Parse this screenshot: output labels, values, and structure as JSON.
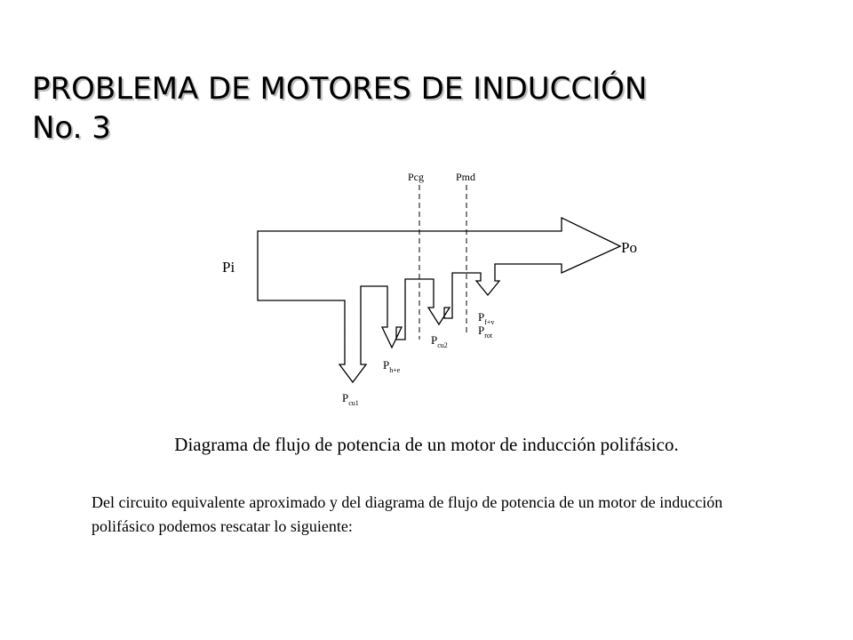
{
  "slide": {
    "title_line1": "PROBLEMA DE MOTORES DE INDUCCIÓN",
    "title_line2": "No. 3"
  },
  "diagram": {
    "labels": {
      "input_power": "Pi",
      "output_power": "Po",
      "air_gap_power": "Pcg",
      "developed_power": "Pmd",
      "stator_copper_loss": {
        "base": "P",
        "sub": "cu1"
      },
      "core_loss": {
        "base": "P",
        "sub": "h+e"
      },
      "rotor_copper_loss": {
        "base": "P",
        "sub": "cu2"
      },
      "friction_windage_loss": {
        "base": "P",
        "sub": "f+v"
      },
      "rotational_loss": {
        "base": "P",
        "sub": "rot"
      }
    }
  },
  "caption": "Diagrama de flujo de potencia de un motor de inducción polifásico.",
  "body_text": "Del circuito equivalente aproximado y del diagrama de flujo de potencia de un motor de inducción polifásico podemos rescatar lo siguiente:"
}
